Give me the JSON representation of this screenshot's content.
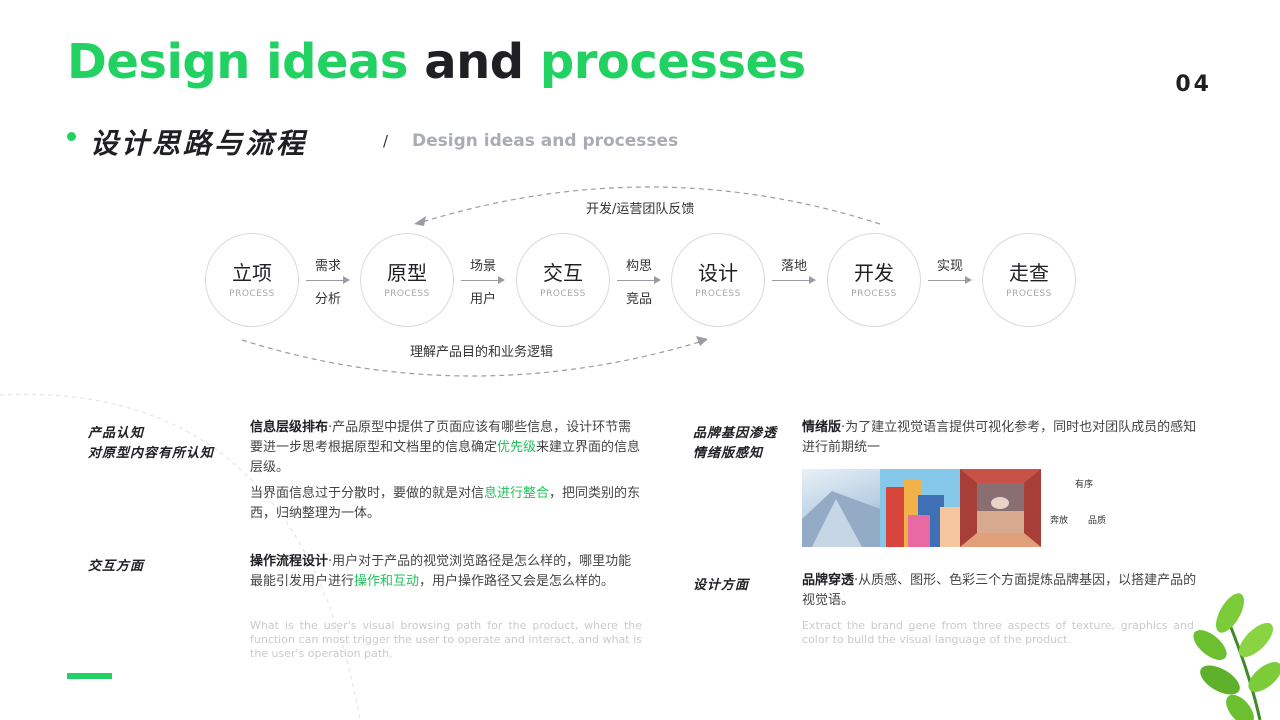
{
  "header": {
    "title_part1": "Design ideas",
    "title_part2": "and",
    "title_part3": "processes",
    "page_number": "04",
    "subtitle_cn": "设计思路与流程",
    "subtitle_sep": "/",
    "subtitle_en": "Design ideas and processes"
  },
  "flow": {
    "steps": [
      {
        "title": "立项",
        "sub": "PROCESS"
      },
      {
        "title": "原型",
        "sub": "PROCESS"
      },
      {
        "title": "交互",
        "sub": "PROCESS"
      },
      {
        "title": "设计",
        "sub": "PROCESS"
      },
      {
        "title": "开发",
        "sub": "PROCESS"
      },
      {
        "title": "走查",
        "sub": "PROCESS"
      }
    ],
    "connectors": [
      {
        "top": "需求",
        "bottom": "分析"
      },
      {
        "top": "场景",
        "bottom": "用户"
      },
      {
        "top": "构思",
        "bottom": "竞品"
      },
      {
        "top": "落地",
        "bottom": ""
      },
      {
        "top": "实现",
        "bottom": ""
      }
    ],
    "feedback_top": "开发/运营团队反馈",
    "feedback_bottom": "理解产品目的和业务逻辑"
  },
  "left": {
    "label1_line1": "产品认知",
    "label1_line2": "对原型内容有所认知",
    "p1_bold": "信息层级排布",
    "p1_a": "·产品原型中提供了页面应该有哪些信息，设计环节需要进一步思考根据原型和文档里的信息确定",
    "p1_hl": "优先级",
    "p1_b": "来建立界面的信息层级。",
    "p2_a": "当界面信息过于分散时，要做的就是对信",
    "p2_hl": "息进行整合",
    "p2_b": "，把同类别的东西，归纳整理为一体。",
    "label2": "交互方面",
    "p3_bold": "操作流程设计",
    "p3_a": "·用户对于产品的视觉浏览路径是怎么样的，哪里功能最能引发用户进行",
    "p3_hl": "操作和互动",
    "p3_b": "，用户操作路径又会是怎么样的。",
    "en": "What is the user's visual browsing path for the product, where the function can most trigger the user to operate and interact, and what is the user's operation path."
  },
  "right": {
    "label1_line1": "品牌基因渗透",
    "label1_line2": "情绪版感知",
    "p1_bold": "情绪版",
    "p1_a": "·为了建立视觉语言提供可视化参考，同时也对团队成员的感知进行前期统一",
    "moodboard_words": [
      "有序",
      "奔放",
      "品质"
    ],
    "label2": "设计方面",
    "p2_bold": "品牌穿透",
    "p2_a": "·从质感、图形、色彩三个方面提炼品牌基因，以搭建产品的视觉语。",
    "en": "Extract the brand gene from three aspects of texture, graphics and color to build the visual language of the product."
  },
  "colors": {
    "accent": "#21d161",
    "dark": "#1f1f24",
    "muted": "#a9acb3"
  }
}
